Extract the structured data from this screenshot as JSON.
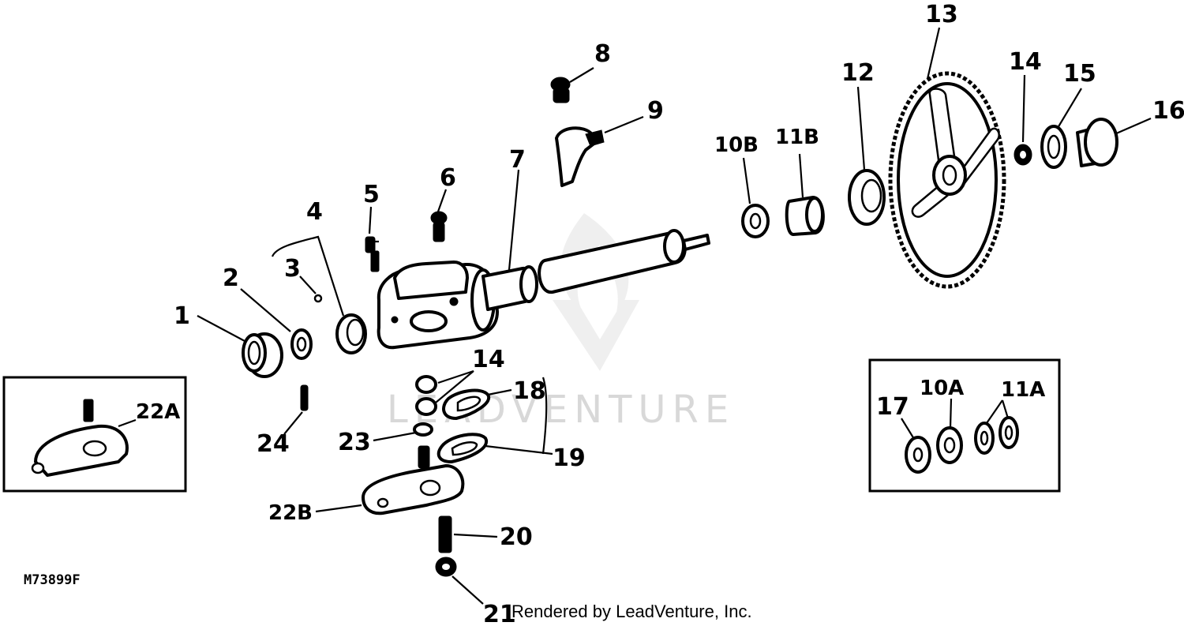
{
  "diagram": {
    "figure_id": "M73899F",
    "credit": "Rendered by LeadVenture, Inc.",
    "watermark_text": "LEADVENTURE",
    "callouts": [
      "1",
      "2",
      "3",
      "4",
      "5",
      "6",
      "7",
      "8",
      "9",
      "10B",
      "11B",
      "12",
      "13",
      "14",
      "15",
      "16",
      "14",
      "18",
      "19",
      "20",
      "21",
      "22A",
      "22B",
      "23",
      "24",
      "17",
      "10A",
      "11A"
    ],
    "colors": {
      "ink": "#000000",
      "paper": "#ffffff",
      "watermark": "#d8d8d8"
    }
  }
}
